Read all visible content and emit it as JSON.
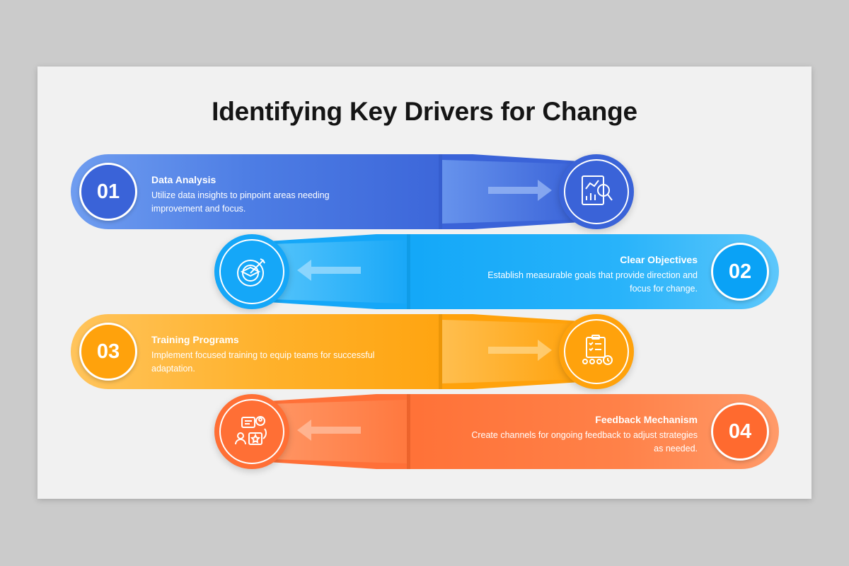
{
  "title": "Identifying Key Drivers for Change",
  "steps": [
    {
      "number": "01",
      "heading": "Data Analysis",
      "desc_line1": "Utilize data insights to pinpoint areas needing",
      "desc_line2": "improvement and focus.",
      "icon": "data-analysis-icon",
      "color": "#3a63d8"
    },
    {
      "number": "02",
      "heading": "Clear Objectives",
      "desc_line1": "Establish measurable goals that provide direction and",
      "desc_line2": "focus for change.",
      "icon": "target-icon",
      "color": "#10a6f8"
    },
    {
      "number": "03",
      "heading": "Training Programs",
      "desc_line1": "Implement focused training to equip teams for successful",
      "desc_line2": "adaptation.",
      "icon": "training-icon",
      "color": "#ffa20c"
    },
    {
      "number": "04",
      "heading": "Feedback Mechanism",
      "desc_line1": "Create channels for ongoing feedback to adjust strategies",
      "desc_line2": "as needed.",
      "icon": "feedback-icon",
      "color": "#ff6f35"
    }
  ]
}
